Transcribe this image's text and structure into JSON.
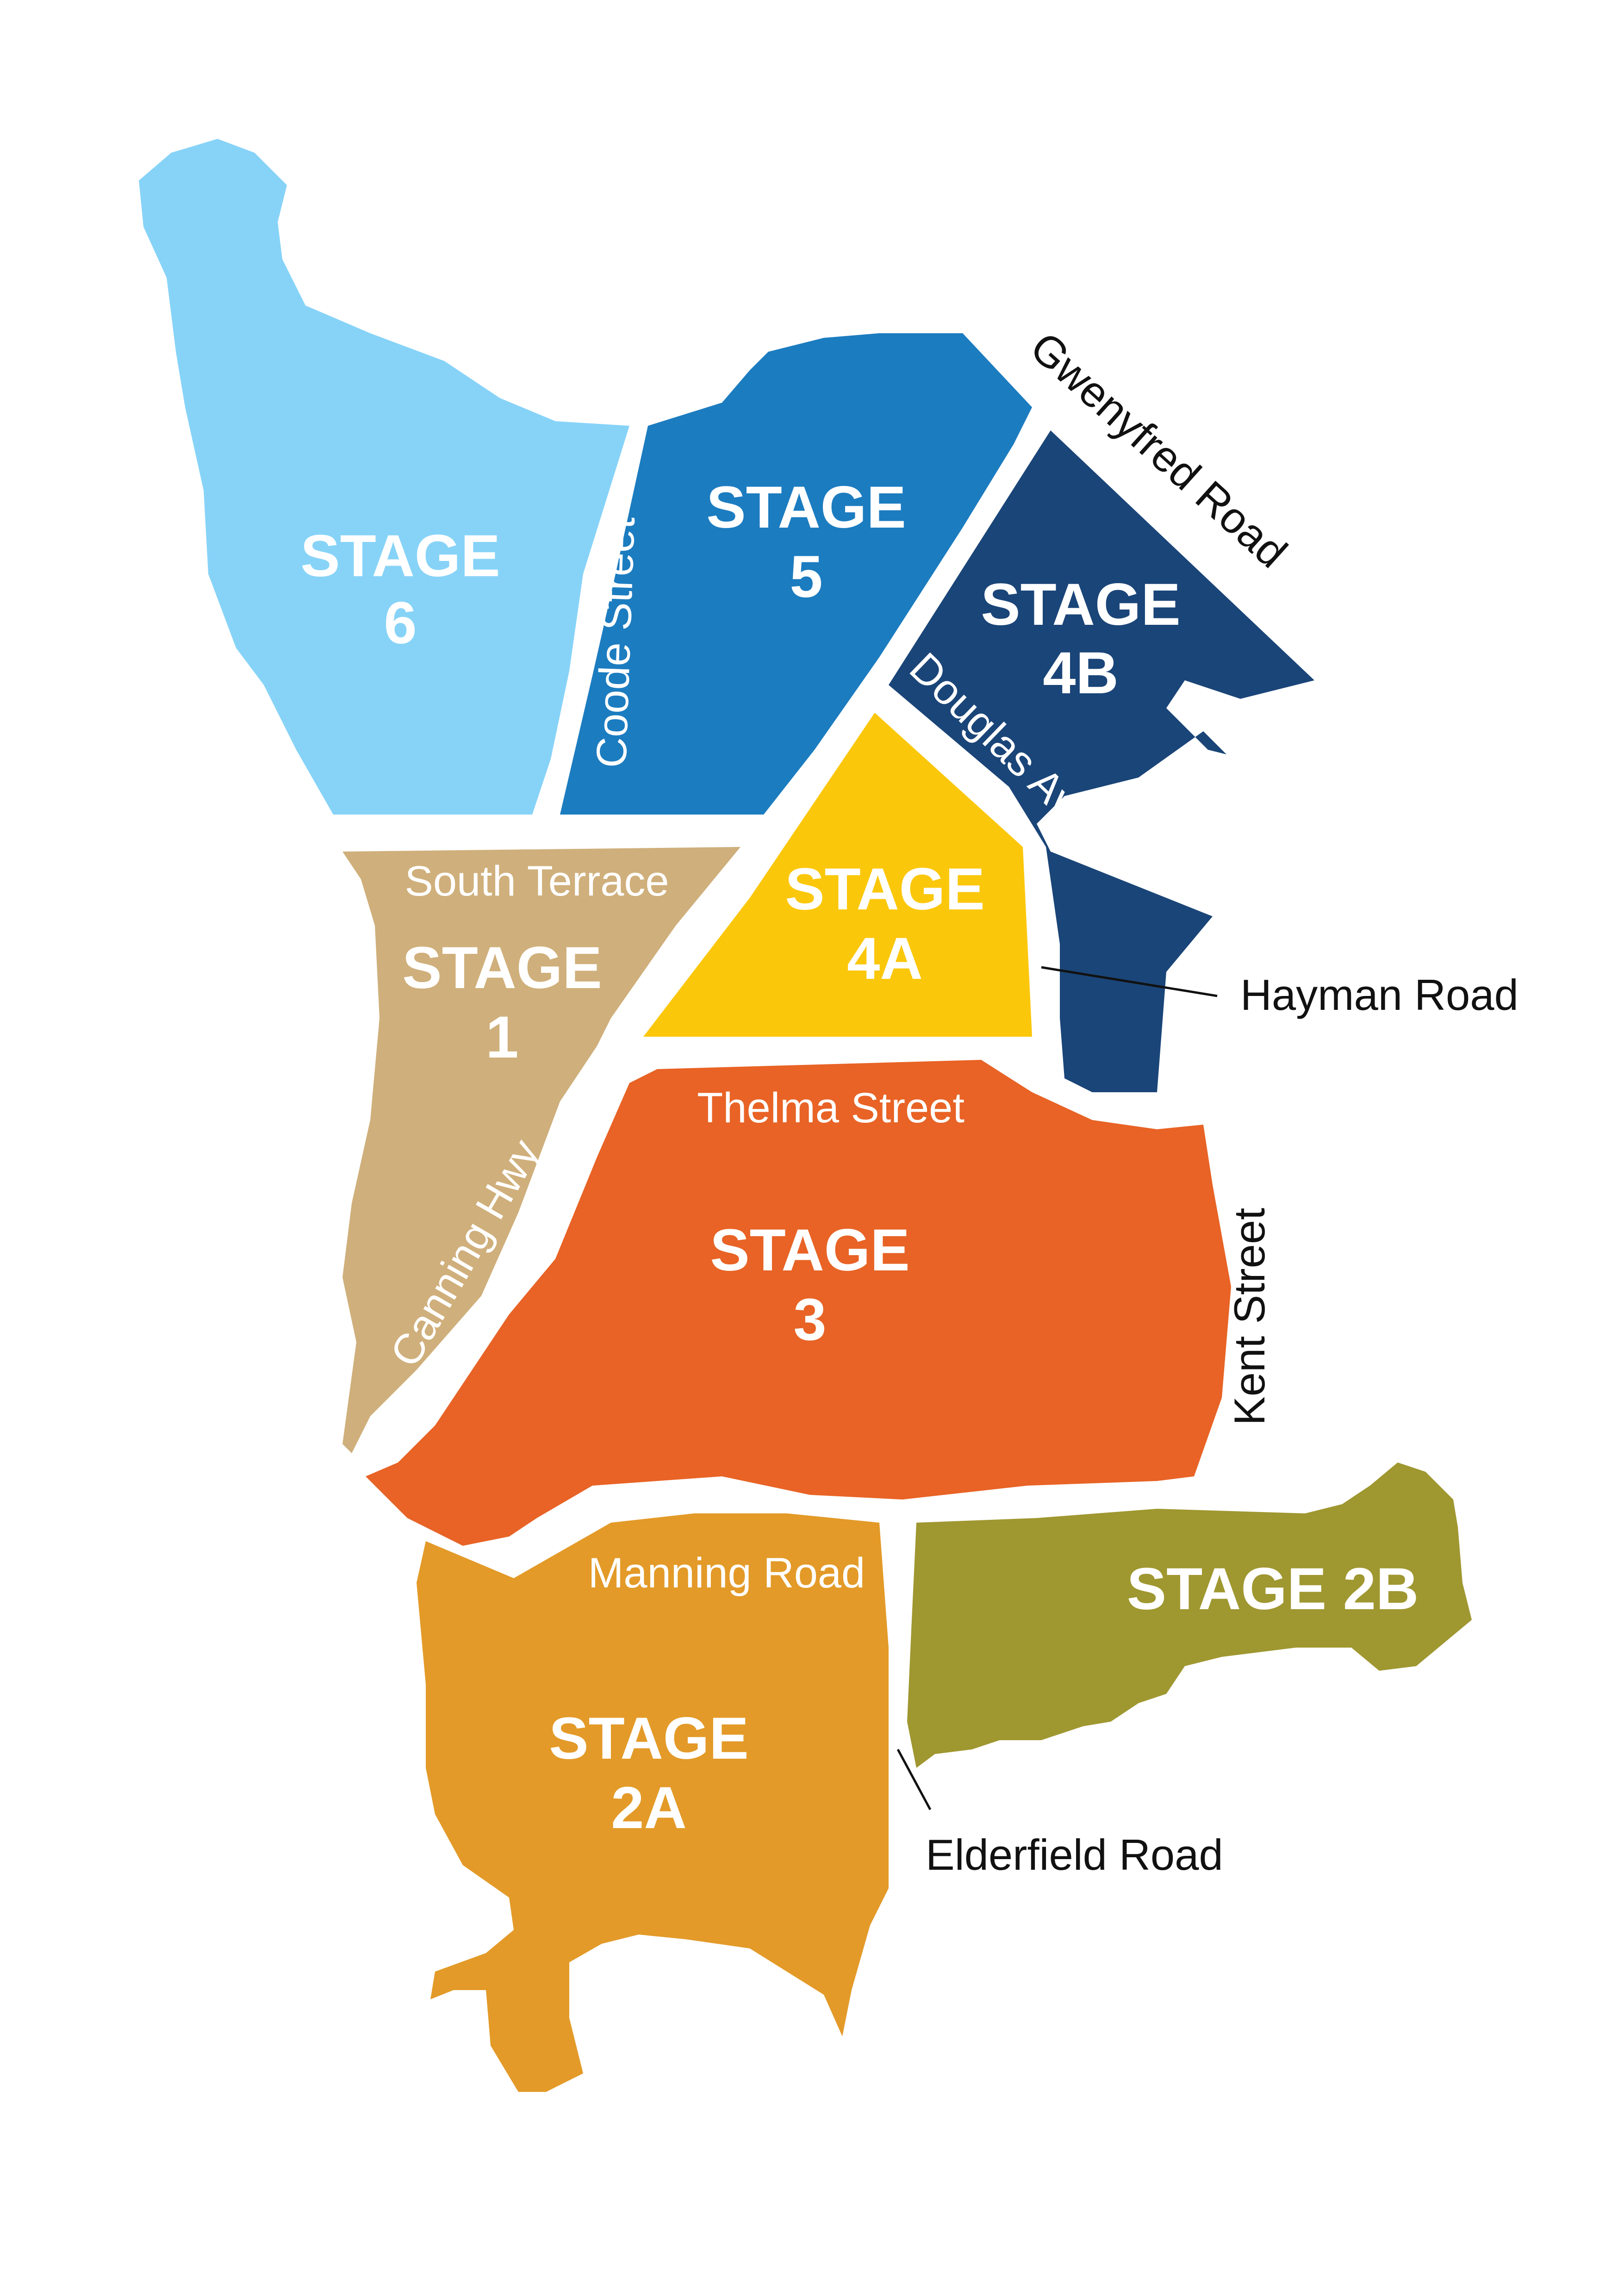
{
  "stages": {
    "s6": {
      "line1": "STAGE",
      "line2": "6",
      "color": "#87D3F8"
    },
    "s5": {
      "line1": "STAGE",
      "line2": "5",
      "color": "#1C7CC0"
    },
    "s4b": {
      "line1": "STAGE",
      "line2": "4B",
      "color": "#1A4578"
    },
    "s4a": {
      "line1": "STAGE",
      "line2": "4A",
      "color": "#FBC70B"
    },
    "s1": {
      "line1": "STAGE",
      "line2": "1",
      "color": "#CFAF7B"
    },
    "s3": {
      "line1": "STAGE",
      "line2": "3",
      "color": "#E86325"
    },
    "s2a": {
      "line1": "STAGE",
      "line2": "2A",
      "color": "#E39A28"
    },
    "s2b": {
      "label": "STAGE 2B",
      "color": "#9F9730"
    }
  },
  "roads": {
    "coode": "Coode Street",
    "gwenyfred": "Gwenyfred Road",
    "douglas": "Douglas Ave",
    "south_terrace": "South Terrace",
    "hayman": "Hayman Road",
    "thelma": "Thelma Street",
    "canning": "Canning Hwy",
    "kent": "Kent Street",
    "manning": "Manning Road",
    "elderfield": "Elderfield Road"
  }
}
